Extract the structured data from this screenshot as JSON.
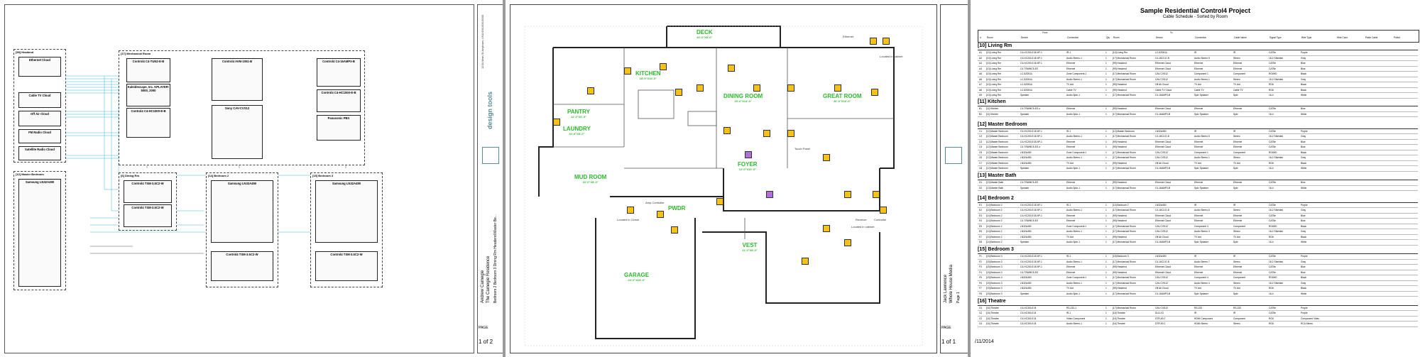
{
  "diagram_page": {
    "areas": [
      {
        "title": "[99] Headend"
      },
      {
        "title": "[17] Mechanical Room"
      },
      {
        "title": "[12] Master Bedroom"
      },
      {
        "title": "[6] Dining Rm"
      },
      {
        "title": "[14] Bedroom 2"
      },
      {
        "title": "[15] Bedroom 3"
      }
    ],
    "clouds": [
      "Ethernet Cloud",
      "Cable TV Cloud",
      "Off Air Cloud",
      "FM Radio Cloud",
      "Satellite Radio Cloud"
    ],
    "devices": [
      "Control4 C4-TUN2-E-B",
      "Kaleidescape, Inc. KPLAYER-5000, 2000",
      "Control4 C4-HC1000-E-B",
      "Control4 AVM-1051-B",
      "Sony CAV-CVS12",
      "Control4 C4-16AMP3-B",
      "Control4 C4-HC1000-E-B",
      "Panasonic PBX",
      "Samsung LN32A450",
      "Control4 TSM-3.5C2-W",
      "Control4 TSM-3.5C2-W",
      "Samsung LN32A450",
      "Control4 TSM-3.5C2-W",
      "Samsung LN32A450",
      "Control4 TSM-3.5C2-W"
    ],
    "title_block": {
      "company": "design tools",
      "address": "1234 Main St\nAnytown, USA\n000-000-0000",
      "client": "Andrew Carnegie",
      "project": "The Carnegie Residence",
      "sheet_desc": "Bedroom 2 Bedroom 3 Dining Rm Headend Master Be...",
      "page_label": "PAGE",
      "page_number": "1 of 2"
    }
  },
  "floorplan_page": {
    "rooms": [
      {
        "name": "DECK",
        "dim": "40'-0\"X8'-0\""
      },
      {
        "name": "KITCHEN",
        "dim": "18'-0\"X14'-0\""
      },
      {
        "name": "PANTRY",
        "dim": "11'-0\"X6'-0\""
      },
      {
        "name": "LAUNDRY",
        "dim": "10'-0\"X8'-0\""
      },
      {
        "name": "DINING ROOM",
        "dim": "15'-0\"X14'-0\""
      },
      {
        "name": "GREAT ROOM",
        "dim": "20'-0\"X16'-0\""
      },
      {
        "name": "MUD ROOM",
        "dim": "10'-0\"X8'-0\""
      },
      {
        "name": "FOYER",
        "dim": "12'-0\"X10'-0\""
      },
      {
        "name": "PWDR",
        "dim": ""
      },
      {
        "name": "VEST",
        "dim": "11'-0\"X8'-0\""
      },
      {
        "name": "GARAGE",
        "dim": "24'-0\"X24'-0\""
      }
    ],
    "notes": [
      "Located in cabinet",
      "Located in Closet",
      "Touch Panel",
      "Amp Controller",
      "Located in cabinet",
      "Ethernet",
      "Receiver",
      "Controller"
    ],
    "title_block": {
      "client": "Jack Lawrence",
      "project": "Whole House Media",
      "sheet": "Page 1",
      "page_label": "PAGE",
      "page_number": "1 of 1"
    }
  },
  "schedule_page": {
    "title": "Sample Residential Control4 Project",
    "subtitle": "Cable Schedule - Sorted by Room",
    "header": {
      "from": "From",
      "to": "To",
      "cols": [
        "#",
        "Room",
        "Device",
        "Connection",
        "Qty",
        "Room",
        "Device",
        "Connection",
        "Cable Name",
        "Signal Type",
        "Wire Type",
        "Wire Color",
        "Patch Cable",
        "Pulled"
      ]
    },
    "sections": [
      {
        "title": "[10] Living Rm",
        "rows": [
          [
            "A1",
            "[10] Living Rm",
            "C4-HC200-E-B-NP-1",
            "IR-1",
            "1",
            "[10] Living Rm",
            "LC-52D51U",
            "IR",
            "IR",
            "CAT5e",
            "Purple"
          ],
          [
            "A2",
            "[10] Living Rm",
            "C4-HC200-E-B-NP-1",
            "Audio Stereo-1",
            "1",
            "[17] Mechanical Room",
            "C4-16C2-E-B",
            "Audio Stereo 5",
            "Stereo",
            "18-2 Shielded",
            "Gray"
          ],
          [
            "A3",
            "[10] Living Rm",
            "C4-HC200-E-B-NP-1",
            "Ethernet",
            "1",
            "[99] Headend",
            "Ethernet Cloud",
            "Ethernet",
            "Ethernet",
            "CAT5e",
            "Blue"
          ],
          [
            "A4",
            "[10] Living Rm",
            "C4-TSWMC5-EG",
            "Ethernet",
            "1",
            "[99] Headend",
            "Ethernet Cloud",
            "Ethernet",
            "Ethernet",
            "CAT5e",
            "Blue"
          ],
          [
            "A5",
            "[10] Living Rm",
            "LC-52D51U",
            "Zone Component-1",
            "1",
            "[17] Mechanical Room",
            "CAV-CVS12",
            "Component 1",
            "Component",
            "RG6HD",
            "Black"
          ],
          [
            "A6",
            "[10] Living Rm",
            "LC-52D51U",
            "Audio Stereo-1",
            "1",
            "[17] Mechanical Room",
            "CAV-CVS12",
            "Audio Stereo 1",
            "Stereo",
            "18-2 Shielded",
            "Gray"
          ],
          [
            "A7",
            "[10] Living Rm",
            "LC-52D51U",
            "TV Ant",
            "1",
            "[99] Headend",
            "Off Air Cloud",
            "TV Ant",
            "TV Ant",
            "RG6",
            "Black"
          ],
          [
            "A8",
            "[10] Living Rm",
            "LC-52D51U",
            "Cable TV",
            "1",
            "[99] Headend",
            "Cable TV Cloud",
            "Cable TV",
            "Cable TV",
            "RG6",
            "Black"
          ],
          [
            "A9",
            "[10] Living Rm",
            "Speaker",
            "Audio Spkr-1",
            "1",
            "[17] Mechanical Room",
            "C4-16AMP3-B",
            "Spkr Speaker",
            "Spkr",
            "16-4",
            "White"
          ]
        ]
      },
      {
        "title": "[11] Kitchen",
        "rows": [
          [
            "B1",
            "[11] Kitchen",
            "C4-TSWMC5-EG-x",
            "Ethernet",
            "1",
            "[99] Headend",
            "Ethernet Cloud",
            "Ethernet",
            "Ethernet",
            "CAT5e",
            "Blue"
          ],
          [
            "B2",
            "[11] Kitchen",
            "Speaker",
            "Audio Spkr-1",
            "1",
            "[17] Mechanical Room",
            "C4-16AMP3-B",
            "Spkr Speaker",
            "Spkr",
            "16-4",
            "White"
          ]
        ]
      },
      {
        "title": "[12] Master Bedroom",
        "rows": [
          [
            "C1",
            "[12] Master Bedroom",
            "C4-HC200-E-B-NP-1",
            "IR-1",
            "1",
            "[12] Master Bedroom",
            "LN32A450",
            "IR",
            "IR",
            "CAT5e",
            "Purple"
          ],
          [
            "C2",
            "[12] Master Bedroom",
            "C4-HC200-E-B-NP-1",
            "Audio Stereo-1",
            "1",
            "[17] Mechanical Room",
            "C4-16C2-E-B",
            "Audio Stereo 5",
            "Stereo",
            "18-2 Shielded",
            "Gray"
          ],
          [
            "C3",
            "[12] Master Bedroom",
            "C4-HC200-E-B-NP-1",
            "Ethernet",
            "1",
            "[99] Headend",
            "Ethernet Cloud",
            "Ethernet",
            "Ethernet",
            "CAT5e",
            "Blue"
          ],
          [
            "C4",
            "[12] Master Bedroom",
            "C4-TSWMC5-EG-x",
            "Ethernet",
            "1",
            "[99] Headend",
            "Ethernet Cloud",
            "Ethernet",
            "Ethernet",
            "CAT5e",
            "Blue"
          ],
          [
            "C5",
            "[12] Master Bedroom",
            "LN32A450",
            "Zone Component-1",
            "1",
            "[17] Mechanical Room",
            "CAV-CVS12",
            "Component 1",
            "Component",
            "RG6HD",
            "Black"
          ],
          [
            "C6",
            "[12] Master Bedroom",
            "LN32A450",
            "Audio Stereo-1",
            "1",
            "[17] Mechanical Room",
            "CAV-CVS12",
            "Audio Stereo 1",
            "Stereo",
            "18-2 Shielded",
            "Gray"
          ],
          [
            "C7",
            "[12] Master Bedroom",
            "LN32A450",
            "TV Ant",
            "1",
            "[99] Headend",
            "Off Air Cloud",
            "TV Ant",
            "TV Ant",
            "RG6",
            "Black"
          ],
          [
            "C8",
            "[12] Master Bedroom",
            "Speaker",
            "Audio Spkr-1",
            "1",
            "[17] Mechanical Room",
            "C4-16AMP3-B",
            "Spkr Speaker",
            "Spkr",
            "16-4",
            "White"
          ]
        ]
      },
      {
        "title": "[13] Master Bath",
        "rows": [
          [
            "D1",
            "[13] Master Bath",
            "C4-TSWMC5-EG",
            "Ethernet",
            "1",
            "[99] Headend",
            "Ethernet Cloud",
            "Ethernet",
            "Ethernet",
            "CAT5e",
            "Blue"
          ],
          [
            "D2",
            "[13] Master Bath",
            "Speaker",
            "Audio Spkr-1",
            "1",
            "[17] Mechanical Room",
            "C4-16AMP3-B",
            "Spkr Speaker",
            "Spkr",
            "16-4",
            "White"
          ]
        ]
      },
      {
        "title": "[14] Bedroom 2",
        "rows": [
          [
            "E1",
            "[14] Bedroom 2",
            "C4-HC200-E-B-NP-1",
            "IR-1",
            "1",
            "[14] Bedroom 2",
            "LN32A450",
            "IR",
            "IR",
            "CAT5e",
            "Purple"
          ],
          [
            "E2",
            "[14] Bedroom 2",
            "C4-HC200-E-B-NP-1",
            "Audio Stereo-1",
            "1",
            "[17] Mechanical Room",
            "C4-16C2-E-B",
            "Audio Stereo 6",
            "Stereo",
            "18-2 Shielded",
            "Gray"
          ],
          [
            "E3",
            "[14] Bedroom 2",
            "C4-HC200-E-B-NP-1",
            "Ethernet",
            "1",
            "[99] Headend",
            "Ethernet Cloud",
            "Ethernet",
            "Ethernet",
            "CAT5e",
            "Blue"
          ],
          [
            "E4",
            "[14] Bedroom 2",
            "C4-TSWMC5-EG",
            "Ethernet",
            "1",
            "[99] Headend",
            "Ethernet Cloud",
            "Ethernet",
            "Ethernet",
            "CAT5e",
            "Blue"
          ],
          [
            "E5",
            "[14] Bedroom 2",
            "LN32A450",
            "Zone Component-1",
            "1",
            "[17] Mechanical Room",
            "CAV-CVS12",
            "Component 3",
            "Component",
            "RG6HD",
            "Black"
          ],
          [
            "E6",
            "[14] Bedroom 2",
            "LN32A450",
            "Audio Stereo-1",
            "1",
            "[17] Mechanical Room",
            "CAV-CVS12",
            "Audio Stereo 3",
            "Stereo",
            "18-2 Shielded",
            "Gray"
          ],
          [
            "E7",
            "[14] Bedroom 2",
            "LN32A450",
            "TV Ant",
            "1",
            "[99] Headend",
            "Off Air Cloud",
            "TV Ant",
            "TV Ant",
            "RG6",
            "Black"
          ],
          [
            "E8",
            "[14] Bedroom 2",
            "Speaker",
            "Audio Spkr-1",
            "1",
            "[17] Mechanical Room",
            "C4-16AMP3-B",
            "Spkr Speaker",
            "Spkr",
            "16-4",
            "White"
          ]
        ]
      },
      {
        "title": "[15] Bedroom 3",
        "rows": [
          [
            "F1",
            "[15] Bedroom 3",
            "C4-HC200-E-B-NP-1",
            "IR-1",
            "1",
            "[15] Bedroom 3",
            "LN32A450",
            "IR",
            "IR",
            "CAT5e",
            "Purple"
          ],
          [
            "F2",
            "[15] Bedroom 3",
            "C4-HC200-E-B-NP-1",
            "Audio Stereo-1",
            "1",
            "[17] Mechanical Room",
            "C4-16C2-E-B",
            "Audio Stereo 7",
            "Stereo",
            "18-2 Shielded",
            "Gray"
          ],
          [
            "F3",
            "[15] Bedroom 3",
            "C4-HC200-E-B-NP-1",
            "Ethernet",
            "1",
            "[99] Headend",
            "Ethernet Cloud",
            "Ethernet",
            "Ethernet",
            "CAT5e",
            "Blue"
          ],
          [
            "F4",
            "[15] Bedroom 3",
            "C4-TSWMC5-EG",
            "Ethernet",
            "1",
            "[99] Headend",
            "Ethernet Cloud",
            "Ethernet",
            "Ethernet",
            "CAT5e",
            "Blue"
          ],
          [
            "F5",
            "[15] Bedroom 3",
            "LN32A450",
            "Zone Component-1",
            "1",
            "[17] Mechanical Room",
            "CAV-CVS12",
            "Component 4",
            "Component",
            "RG6HD",
            "Black"
          ],
          [
            "F6",
            "[15] Bedroom 3",
            "LN32A450",
            "Audio Stereo-1",
            "1",
            "[17] Mechanical Room",
            "CAV-CVS12",
            "Audio Stereo 4",
            "Stereo",
            "18-2 Shielded",
            "Gray"
          ],
          [
            "F7",
            "[15] Bedroom 3",
            "LN32A450",
            "TV Ant",
            "1",
            "[99] Headend",
            "Off Air Cloud",
            "TV Ant",
            "TV Ant",
            "RG6",
            "Black"
          ],
          [
            "F8",
            "[15] Bedroom 3",
            "Speaker",
            "Audio Spkr-1",
            "1",
            "[17] Mechanical Room",
            "C4-16AMP3-B",
            "Spkr Speaker",
            "Spkr",
            "16-4",
            "White"
          ]
        ]
      },
      {
        "title": "[16] Theatre",
        "rows": [
          [
            "G1",
            "[16] Theatre",
            "C4-HC300-E-B",
            "RS-232-1",
            "1",
            "[17] Mechanical Room",
            "CAV-CVS12",
            "RS-232",
            "RS-232",
            "CAT5e",
            "Purple"
          ],
          [
            "G2",
            "[16] Theatre",
            "C4-HC300-E-B",
            "IR-1",
            "1",
            "[16] Theatre",
            "DLA-X3",
            "IR",
            "IR",
            "CAT5e",
            "Purple"
          ],
          [
            "G3",
            "[16] Theatre",
            "C4-HC300-E-B",
            "Video Component",
            "1",
            "[16] Theatre",
            "DTR-50.2",
            "HDMI Component",
            "Component",
            "RG6",
            "Component Video"
          ],
          [
            "G4",
            "[16] Theatre",
            "C4-HC300-E-B",
            "Audio Stereo-1",
            "1",
            "[16] Theatre",
            "DTR-50.2",
            "HDMI Stereo",
            "Stereo",
            "RG6",
            "RCA Stereo"
          ]
        ]
      }
    ],
    "date": "/11/2014"
  }
}
